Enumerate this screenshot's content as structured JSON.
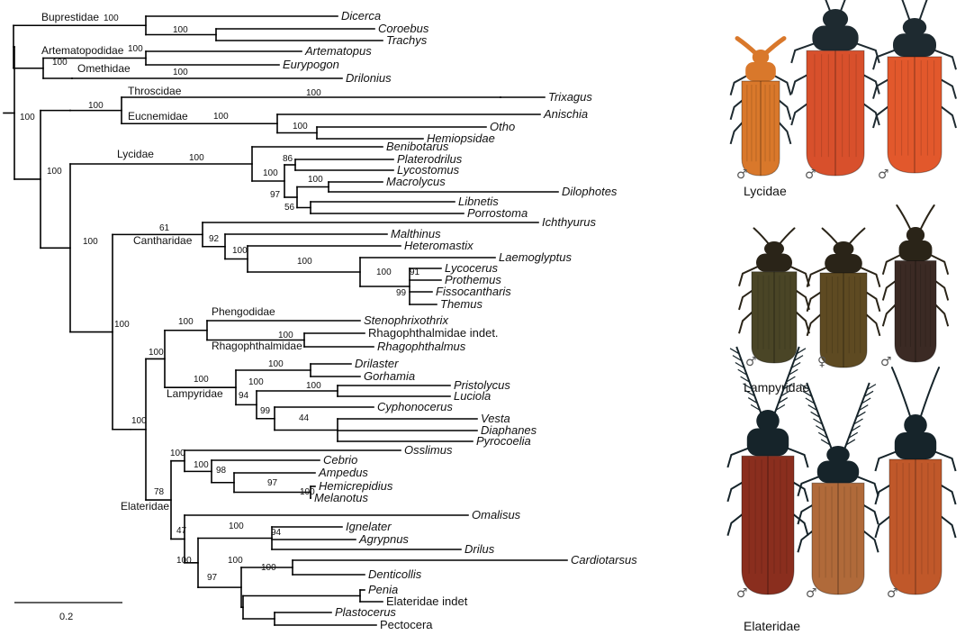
{
  "scale_bar": {
    "label": "0.2"
  },
  "families": [
    {
      "id": "buprestidae",
      "label": "Buprestidae"
    },
    {
      "id": "artematopodidae",
      "label": "Artematopodidae"
    },
    {
      "id": "omethidae",
      "label": "Omethidae"
    },
    {
      "id": "throscidae",
      "label": "Throscidae"
    },
    {
      "id": "eucnemidae",
      "label": "Eucnemidae"
    },
    {
      "id": "lycidae",
      "label": "Lycidae"
    },
    {
      "id": "cantharidae",
      "label": "Cantharidae"
    },
    {
      "id": "phengodidae",
      "label": "Phengodidae"
    },
    {
      "id": "rhagophthalmidae",
      "label": "Rhagophthalmidae"
    },
    {
      "id": "lampyridae",
      "label": "Lampyridae"
    },
    {
      "id": "elateridae",
      "label": "Elateridae"
    }
  ],
  "taxa": [
    {
      "id": "dicerca",
      "label": "Dicerca",
      "italic": true
    },
    {
      "id": "coroebus",
      "label": "Coroebus",
      "italic": true
    },
    {
      "id": "trachys",
      "label": "Trachys",
      "italic": true
    },
    {
      "id": "artematopus",
      "label": "Artematopus",
      "italic": true
    },
    {
      "id": "eurypogon",
      "label": "Eurypogon",
      "italic": true
    },
    {
      "id": "drilonius",
      "label": "Drilonius",
      "italic": true
    },
    {
      "id": "trixagus",
      "label": "Trixagus",
      "italic": true
    },
    {
      "id": "anischia",
      "label": "Anischia",
      "italic": true
    },
    {
      "id": "otho",
      "label": "Otho",
      "italic": true
    },
    {
      "id": "hemiopsidae",
      "label": "Hemiopsidae",
      "italic": true
    },
    {
      "id": "benibotarus",
      "label": "Benibotarus",
      "italic": true
    },
    {
      "id": "platerodrilus",
      "label": "Platerodrilus",
      "italic": true
    },
    {
      "id": "lycostomus",
      "label": "Lycostomus",
      "italic": true
    },
    {
      "id": "macrolycus",
      "label": "Macrolycus",
      "italic": true
    },
    {
      "id": "dilophotes",
      "label": "Dilophotes",
      "italic": true
    },
    {
      "id": "libnetis",
      "label": "Libnetis",
      "italic": true
    },
    {
      "id": "porrostoma",
      "label": "Porrostoma",
      "italic": true
    },
    {
      "id": "ichthyurus",
      "label": "Ichthyurus",
      "italic": true
    },
    {
      "id": "malthinus",
      "label": "Malthinus",
      "italic": true
    },
    {
      "id": "heteromastix",
      "label": "Heteromastix",
      "italic": true
    },
    {
      "id": "laemoglyptus",
      "label": "Laemoglyptus",
      "italic": true
    },
    {
      "id": "lycocerus",
      "label": "Lycocerus",
      "italic": true
    },
    {
      "id": "prothemus",
      "label": "Prothemus",
      "italic": true
    },
    {
      "id": "fissocantharis",
      "label": "Fissocantharis",
      "italic": true
    },
    {
      "id": "themus",
      "label": "Themus",
      "italic": true
    },
    {
      "id": "stenophrixothrix",
      "label": "Stenophrixothrix",
      "italic": true
    },
    {
      "id": "rhagophthalmidae_indet",
      "label": "Rhagophthalmidae indet.",
      "italic": false
    },
    {
      "id": "rhagophthalmus",
      "label": "Rhagophthalmus",
      "italic": true
    },
    {
      "id": "drilaster",
      "label": "Drilaster",
      "italic": true
    },
    {
      "id": "gorhamia",
      "label": "Gorhamia",
      "italic": true
    },
    {
      "id": "pristolycus",
      "label": "Pristolycus",
      "italic": true
    },
    {
      "id": "luciola",
      "label": "Luciola",
      "italic": true
    },
    {
      "id": "cyphonocerus",
      "label": "Cyphonocerus",
      "italic": true
    },
    {
      "id": "vesta",
      "label": "Vesta",
      "italic": true
    },
    {
      "id": "diaphanes",
      "label": "Diaphanes",
      "italic": true
    },
    {
      "id": "pyrocoelia",
      "label": "Pyrocoelia",
      "italic": true
    },
    {
      "id": "osslimus",
      "label": "Osslimus",
      "italic": true
    },
    {
      "id": "cebrio",
      "label": "Cebrio",
      "italic": true
    },
    {
      "id": "ampedus",
      "label": "Ampedus",
      "italic": true
    },
    {
      "id": "hemicrepidius",
      "label": "Hemicrepidius",
      "italic": true
    },
    {
      "id": "melanotus",
      "label": "Melanotus",
      "italic": true
    },
    {
      "id": "omalisus",
      "label": "Omalisus",
      "italic": true
    },
    {
      "id": "ignelater",
      "label": "Ignelater",
      "italic": true
    },
    {
      "id": "agrypnus",
      "label": "Agrypnus",
      "italic": true
    },
    {
      "id": "drilus",
      "label": "Drilus",
      "italic": true
    },
    {
      "id": "cardiotarsus",
      "label": "Cardiotarsus",
      "italic": true
    },
    {
      "id": "denticollis",
      "label": "Denticollis",
      "italic": true
    },
    {
      "id": "penia",
      "label": "Penia",
      "italic": true
    },
    {
      "id": "elateridae_indet",
      "label": "Elateridae indet",
      "italic": false
    },
    {
      "id": "plastocerus",
      "label": "Plastocerus",
      "italic": true
    },
    {
      "id": "pectocera",
      "label": "Pectocera",
      "italic": false
    }
  ],
  "supports": [
    "100",
    "100",
    "100",
    "100",
    "100",
    "100",
    "100",
    "100",
    "100",
    "100",
    "100",
    "100",
    "86",
    "100",
    "100",
    "97",
    "56",
    "100",
    "61",
    "92",
    "100",
    "100",
    "100",
    "91",
    "99",
    "100",
    "100",
    "100",
    "100",
    "100",
    "100",
    "100",
    "94",
    "100",
    "99",
    "44",
    "100",
    "100",
    "100",
    "98",
    "97",
    "100",
    "78",
    "47",
    "100",
    "94",
    "100",
    "97",
    "100",
    "100"
  ],
  "photo_panels": [
    {
      "id": "lycidae",
      "label": "Lycidae",
      "sexes": [
        "♂",
        "♂",
        "♂"
      ],
      "colors": {
        "body1": "#d9782b",
        "body2": "#d8502c",
        "body3": "#e2582c",
        "dark": "#1e2a30"
      }
    },
    {
      "id": "lampyridae",
      "label": "Lampyridae",
      "sexes": [
        "♂",
        "♀",
        "♂"
      ],
      "colors": {
        "body1": "#4a4526",
        "body2": "#5e4a22",
        "body3": "#3b2a24",
        "dark": "#2a2418"
      }
    },
    {
      "id": "elateridae",
      "label": "Elateridae",
      "sexes": [
        "♂",
        "♂",
        "♂"
      ],
      "colors": {
        "body1": "#8a2e1e",
        "body2": "#b06a3a",
        "body3": "#c0582a",
        "dark": "#16242a"
      }
    }
  ]
}
